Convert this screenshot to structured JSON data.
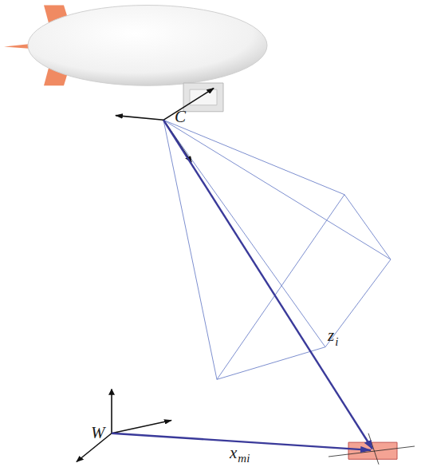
{
  "diagram": {
    "labels": [
      "C",
      "z",
      "i",
      "W",
      "x",
      "mi"
    ]
  }
}
